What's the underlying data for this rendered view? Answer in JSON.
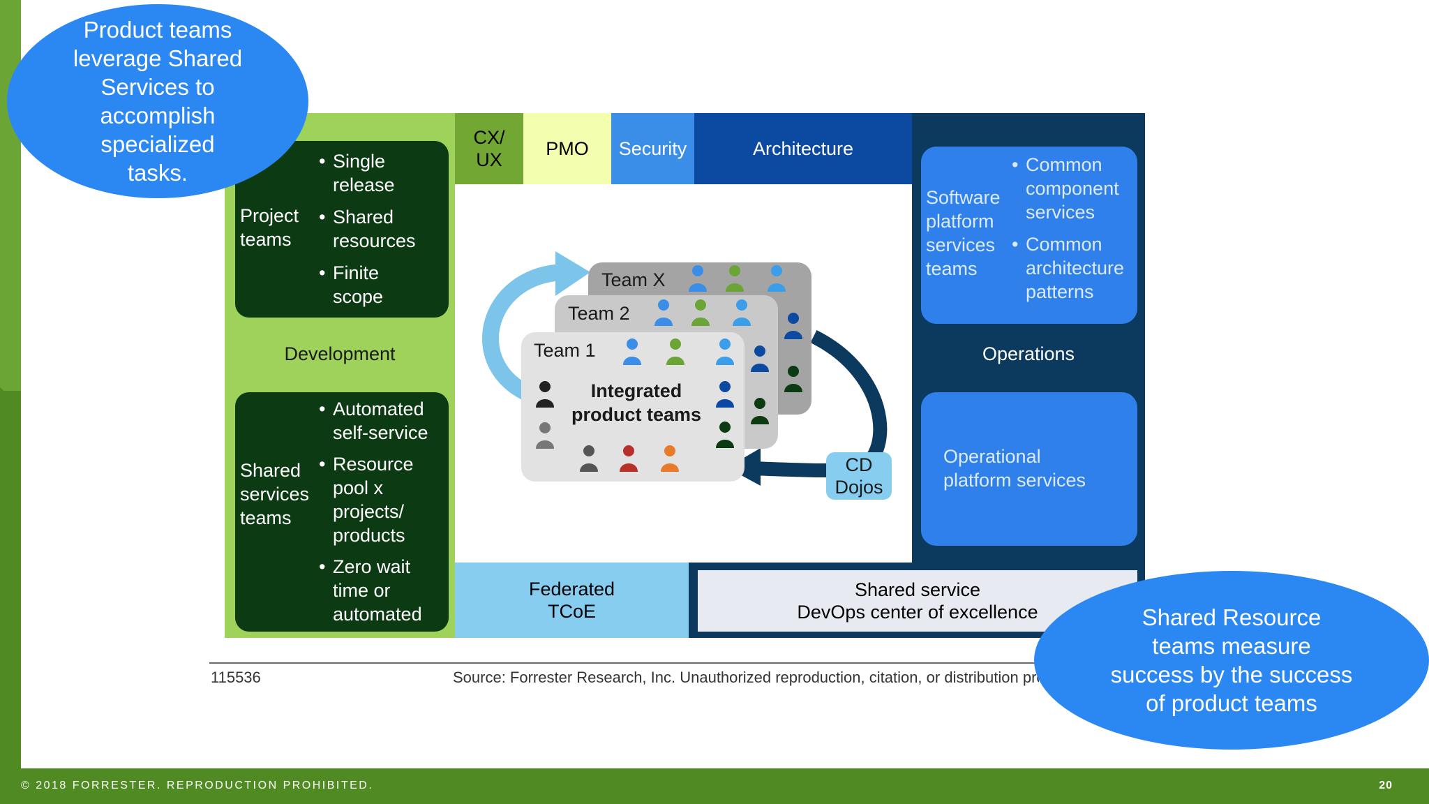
{
  "footer": {
    "copyright": "© 2018 FORRESTER. REPRODUCTION PROHIBITED.",
    "page_number": "20"
  },
  "callouts": {
    "top_left": [
      "Product teams",
      "leverage Shared",
      "Services to",
      "accomplish",
      "specialized",
      "tasks."
    ],
    "bottom_right": [
      "Shared Resource",
      "teams  measure",
      "success by the success",
      "of product teams"
    ]
  },
  "diagram": {
    "development": {
      "label": "Development",
      "project_teams": {
        "label": [
          "Project",
          "teams"
        ],
        "bullets": [
          [
            "Single",
            "release"
          ],
          [
            "Shared",
            "resources"
          ],
          [
            "Finite",
            "scope"
          ]
        ]
      },
      "shared_services_teams": {
        "label": [
          "Shared",
          "services",
          "teams"
        ],
        "bullets": [
          [
            "Automated",
            "self-service"
          ],
          [
            "Resource",
            "pool x",
            "projects/",
            "products"
          ],
          [
            "Zero wait",
            "time or",
            "automated"
          ]
        ]
      }
    },
    "headers": {
      "cx_ux": [
        "CX/",
        "UX"
      ],
      "pmo": "PMO",
      "security": "Security",
      "architecture": "Architecture"
    },
    "teams": {
      "team_x": "Team X",
      "team_2": "Team 2",
      "team_1": "Team 1",
      "center_label": [
        "Integrated",
        "product teams"
      ]
    },
    "cd_dojos": [
      "CD",
      "Dojos"
    ],
    "operations": {
      "label": "Operations",
      "software_platform": {
        "label": [
          "Software",
          "platform",
          "services",
          "teams"
        ],
        "bullets": [
          [
            "Common",
            "component",
            "services"
          ],
          [
            "Common",
            "architecture",
            "patterns"
          ]
        ]
      },
      "operational_platform": [
        "Operational",
        "platform services"
      ]
    },
    "federated_tcoe": [
      "Federated",
      "TCoE"
    ],
    "shared_service_coe": [
      "Shared service",
      "DevOps center of excellence"
    ],
    "figure_id": "115536",
    "source": "Source: Forrester Research, Inc. Unauthorized reproduction, citation, or distribution prohibited."
  },
  "colors": {
    "slide_green": "#4f8a22",
    "callout_blue": "#2b87f2",
    "dev_green": "#9ed25b",
    "dark_green": "#0c3b13",
    "ops_navy": "#0c3a5f",
    "platform_blue": "#2f80ea"
  }
}
